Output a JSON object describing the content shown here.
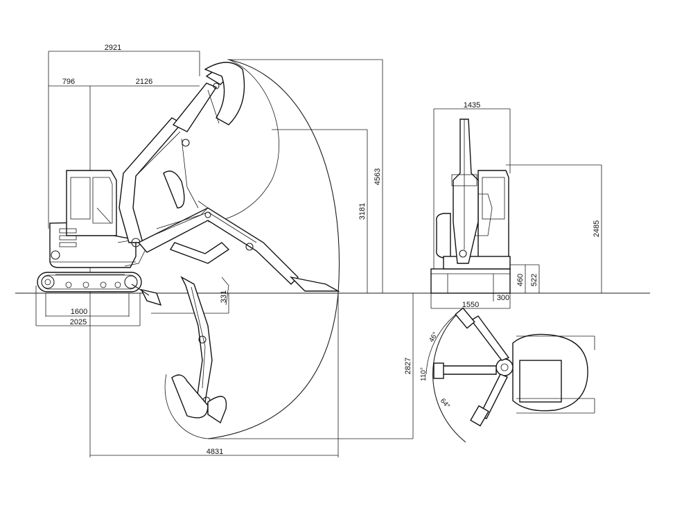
{
  "side_view": {
    "dimensions": {
      "overall_height_rear": "2921",
      "tail_to_center": "796",
      "center_to_front": "2126",
      "max_dig_height": "4563",
      "max_dump_height": "3181",
      "blade_down": "331",
      "max_dig_depth": "2827",
      "max_reach": "4831",
      "track_length_ground": "1600",
      "track_length": "2025"
    }
  },
  "front_view": {
    "dimensions": {
      "width": "1435",
      "height": "2485",
      "track_height": "460",
      "ground_clearance": "522",
      "track_width": "1550",
      "shoe_width": "300"
    }
  },
  "top_view": {
    "angles": {
      "left_swing": "46°",
      "center_swing": "110°",
      "right_swing": "64°"
    }
  }
}
